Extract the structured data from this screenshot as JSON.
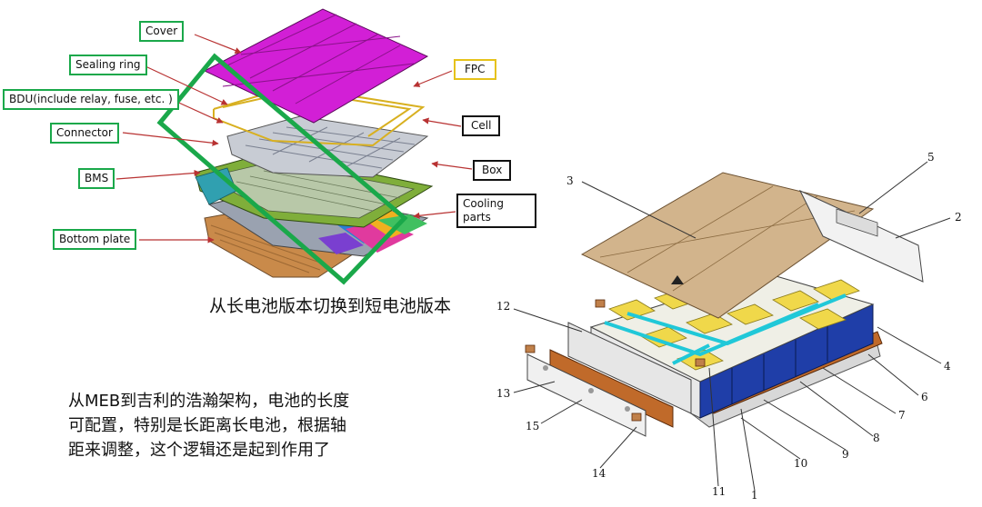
{
  "left_diagram": {
    "labels": {
      "cover": "Cover",
      "sealing_ring": "Sealing ring",
      "bdu": "BDU(include relay, fuse, etc. )",
      "connector": "Connector",
      "bms": "BMS",
      "bottom_plate": "Bottom plate",
      "fpc": "FPC",
      "cell": "Cell",
      "box": "Box",
      "cooling_line1": "Cooling",
      "cooling_line2": "parts"
    }
  },
  "captions": {
    "switch": "从长电池版本切换到短电池版本",
    "note_line1": "从MEB到吉利的浩瀚架构，电池的长度",
    "note_line2": "可配置，特别是长距离长电池，根据轴",
    "note_line3": "距来调整，这个逻辑还是起到作用了"
  },
  "right_diagram": {
    "numbers": [
      "1",
      "2",
      "3",
      "4",
      "5",
      "6",
      "7",
      "8",
      "9",
      "10",
      "11",
      "12",
      "13",
      "14",
      "15"
    ]
  },
  "colors": {
    "cover": "#d21fd6",
    "label_green": "#1aa84a",
    "label_yellow": "#e6c21a",
    "arrow_red": "#b83232",
    "lid_tan": "#d2b48c",
    "cell_blue": "#1f3ea8",
    "busbar_cyan": "#20c8d8",
    "copper": "#c06a2a"
  }
}
